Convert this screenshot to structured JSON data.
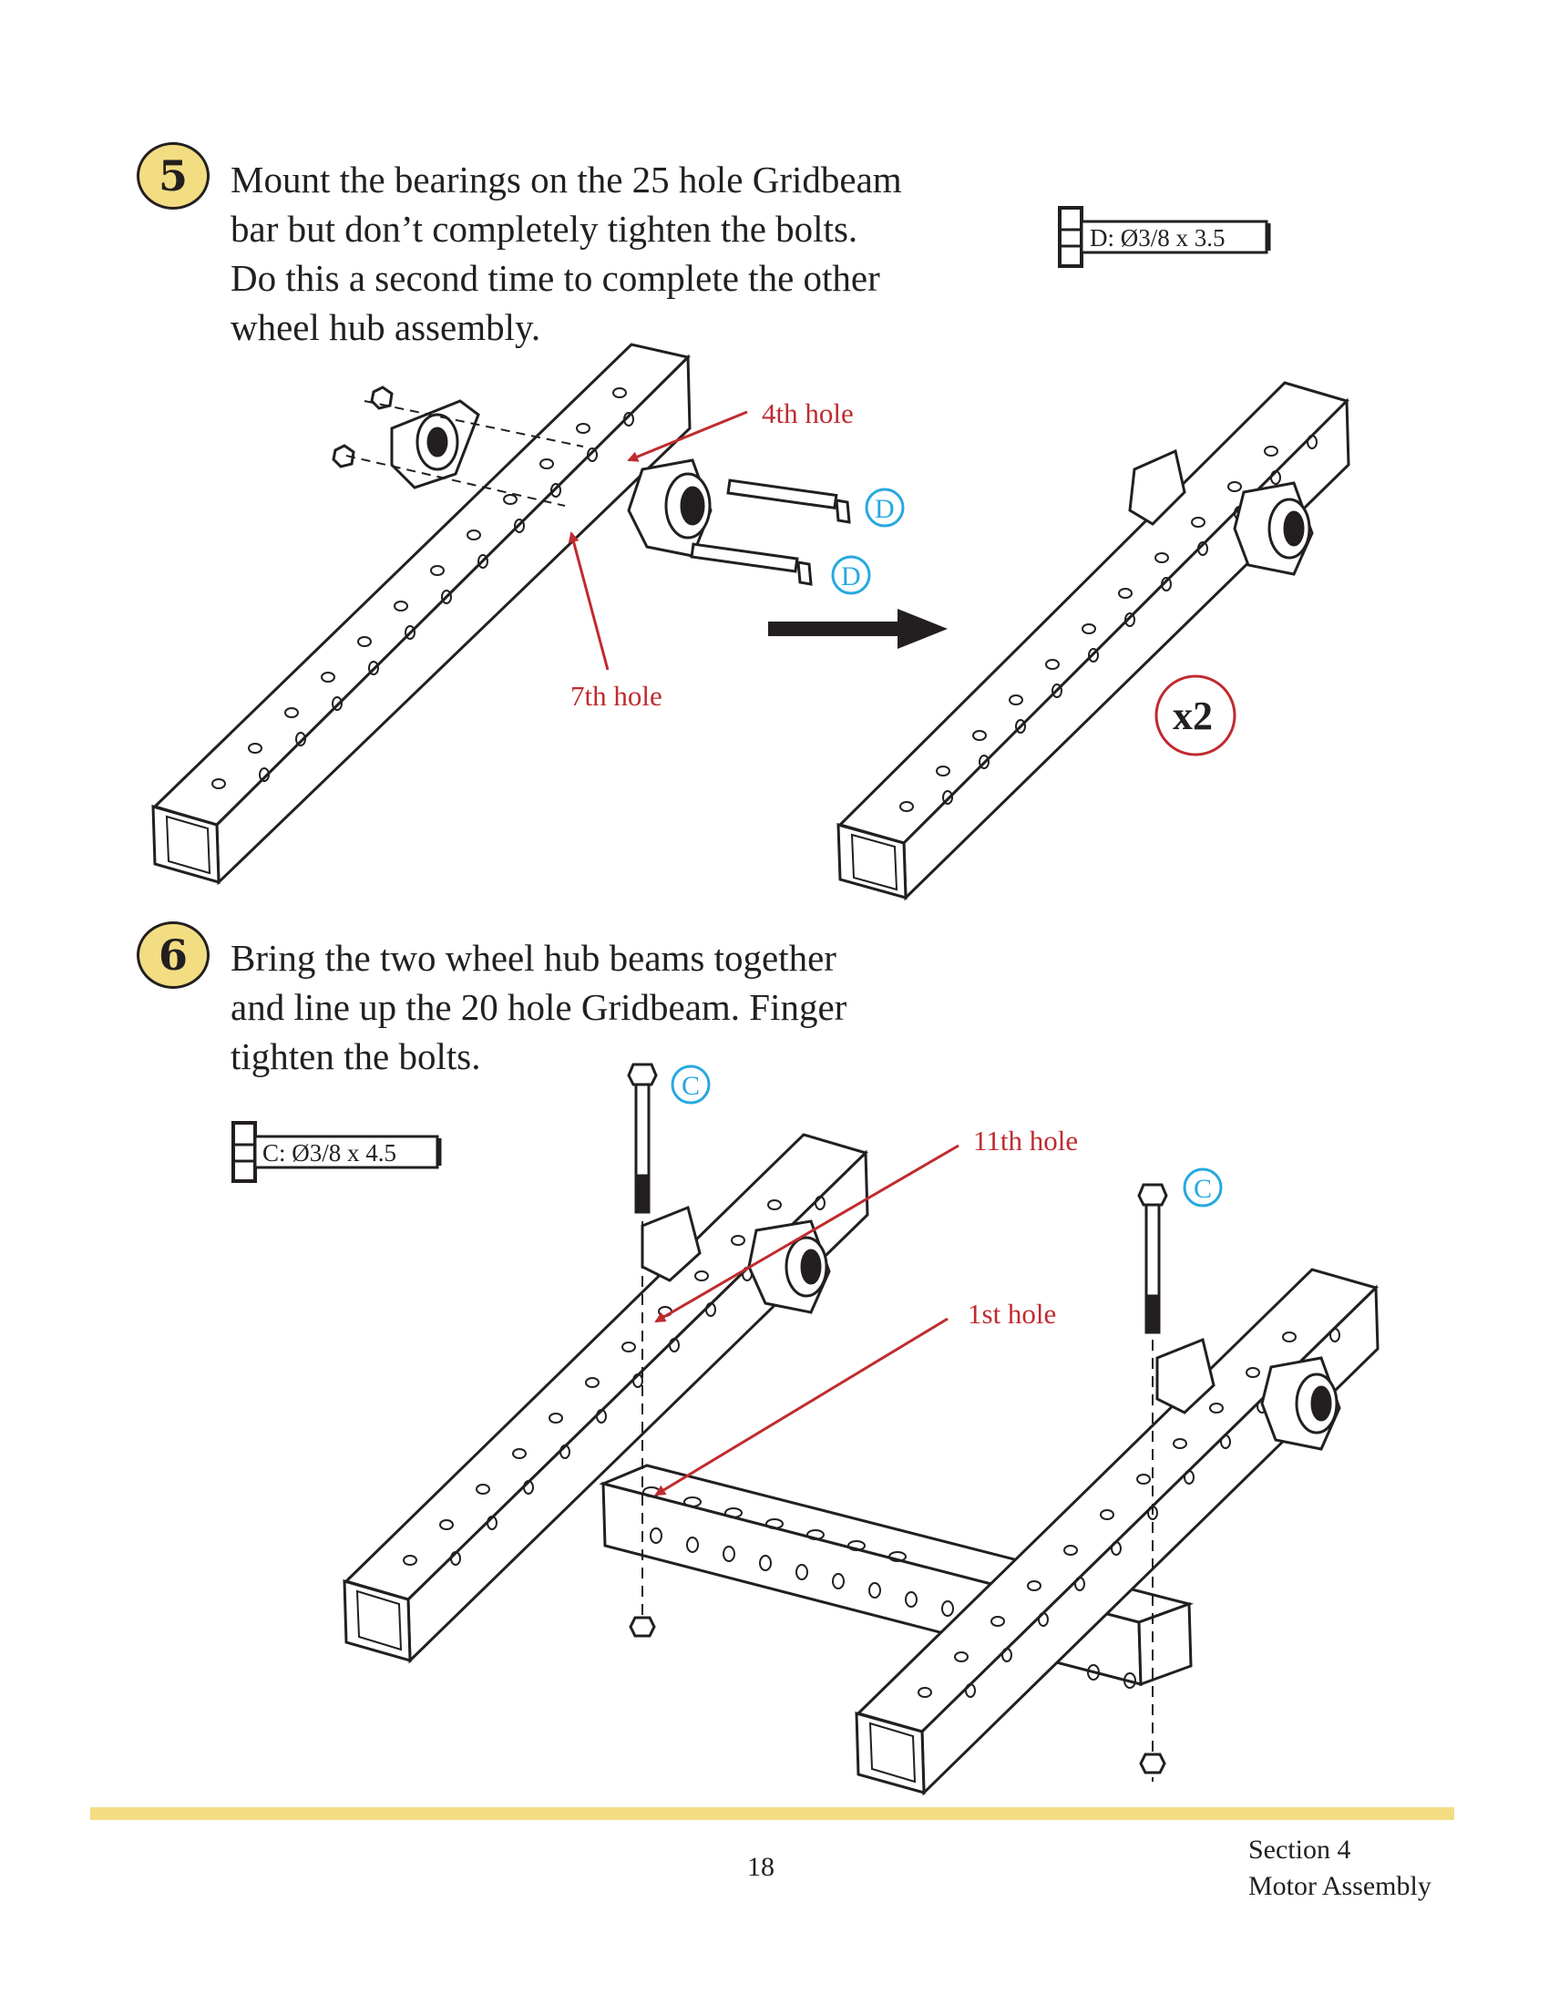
{
  "step5": {
    "number": "5",
    "lines": [
      "Mount the bearings on the 25 hole Gridbeam",
      "bar but don’t completely tighten the bolts.",
      "Do this a second time to complete the other",
      "wheel hub assembly."
    ],
    "bolt_label": "D: Ø3/8 x 3.5",
    "callouts": {
      "fourth": "4th hole",
      "seventh": "7th hole"
    },
    "bolt_letter": "D",
    "multiplier": "x2"
  },
  "step6": {
    "number": "6",
    "lines": [
      "Bring the two wheel hub beams together",
      "and line up the 20 hole Gridbeam. Finger",
      "tighten the bolts."
    ],
    "bolt_label": "C: Ø3/8 x 4.5",
    "callouts": {
      "eleventh": "11th hole",
      "first": "1st hole"
    },
    "bolt_letter": "C"
  },
  "colors": {
    "accent": "#f3dd83",
    "callout_red": "#bf2b2f",
    "bolt_blue": "#27a8e0",
    "ink": "#231f20"
  },
  "footer": {
    "page_number": "18",
    "section_line1": "Section 4",
    "section_line2": "Motor Assembly"
  }
}
